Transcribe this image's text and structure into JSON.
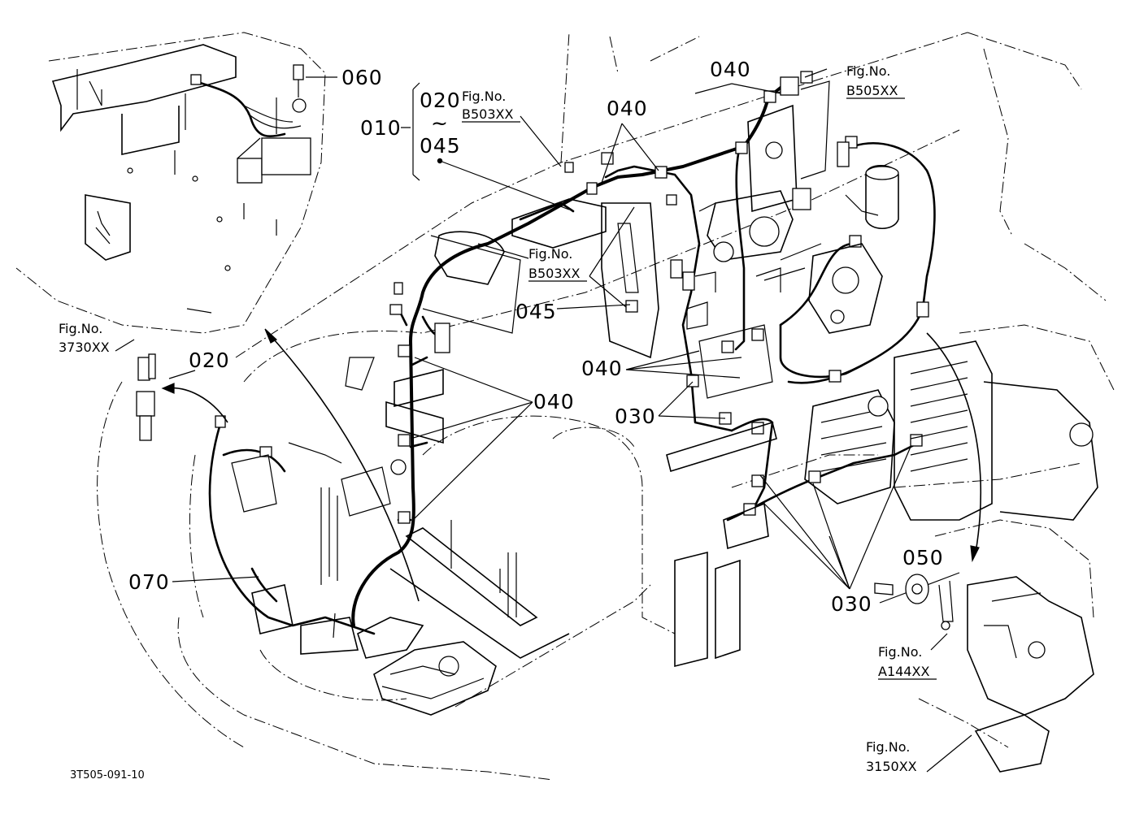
{
  "drawing_number": "3T505-091-10",
  "part_numbers": {
    "p010": "010",
    "p020_range_start": "020",
    "p_tilde": "~",
    "p045_range_end": "045",
    "p020": "020",
    "p030_a": "030",
    "p030_b": "030",
    "p040_a": "040",
    "p040_b": "040",
    "p040_c": "040",
    "p040_d": "040",
    "p045": "045",
    "p050": "050",
    "p060": "060",
    "p070": "070"
  },
  "fig_refs": [
    {
      "title": "Fig.No.",
      "code": "B503XX",
      "underlined": true
    },
    {
      "title": "Fig.No.",
      "code": "B503XX",
      "underlined": true
    },
    {
      "title": "Fig.No.",
      "code": "B505XX",
      "underlined": true
    },
    {
      "title": "Fig.No.",
      "code": "3730XX",
      "underlined": false
    },
    {
      "title": "Fig.No.",
      "code": "A144XX",
      "underlined": true
    },
    {
      "title": "Fig.No.",
      "code": "3150XX",
      "underlined": false
    }
  ]
}
